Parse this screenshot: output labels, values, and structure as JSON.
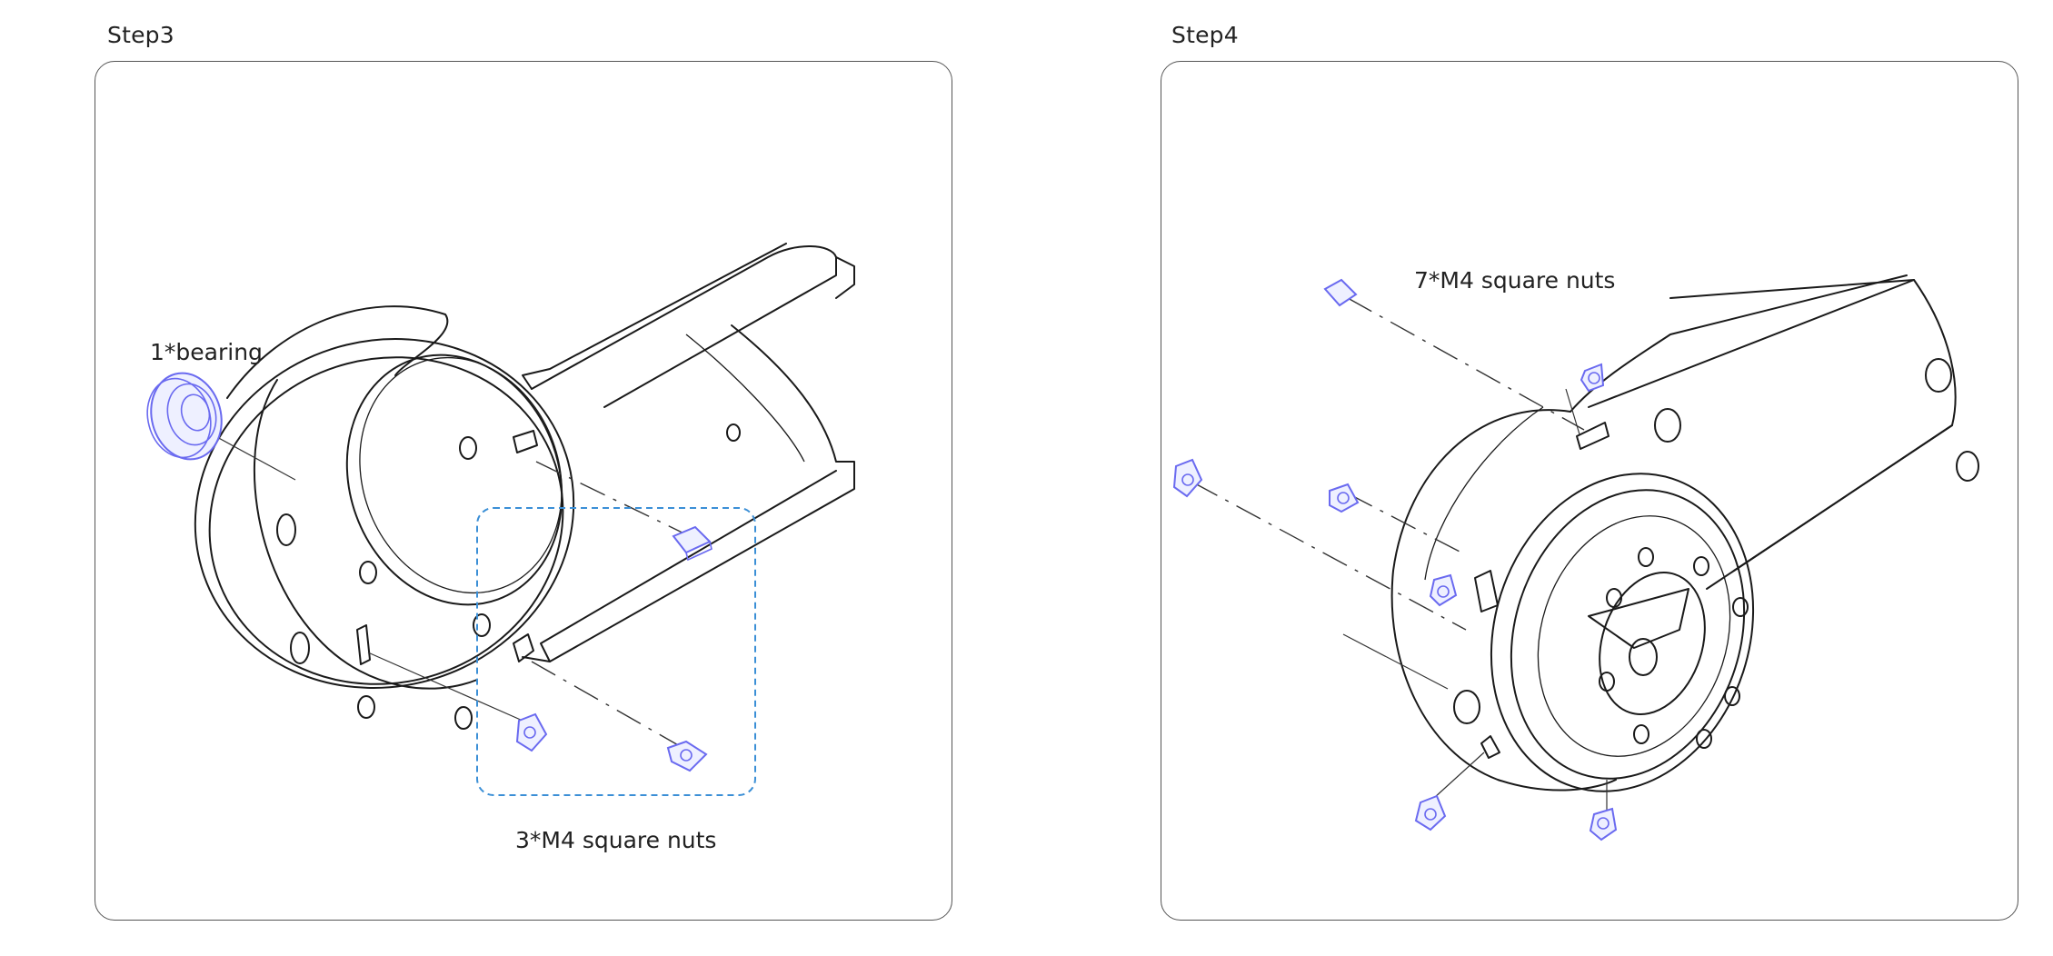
{
  "steps": [
    {
      "title": "Step3",
      "labels": {
        "bearing": "1*bearing",
        "nuts": "3*M4 square nuts"
      },
      "parts": [
        "bearing-icon",
        "square-nut-icon"
      ],
      "highlight_color": "#6a6af0",
      "selection_color": "#3b8fd6"
    },
    {
      "title": "Step4",
      "labels": {
        "nuts": "7*M4 square nuts"
      },
      "parts": [
        "square-nut-icon"
      ],
      "highlight_color": "#6a6af0"
    }
  ]
}
